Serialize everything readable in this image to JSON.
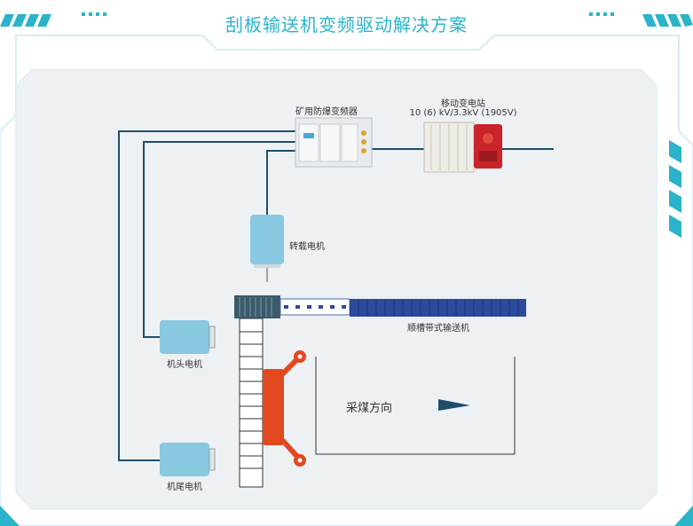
{
  "header": {
    "title": "刮板输送机变频驱动解决方案"
  },
  "devices": {
    "inverter": {
      "label": "矿用防爆变频器",
      "icon": "inverter-cabinet"
    },
    "substation": {
      "label": "移动变电站",
      "voltage": "10 (6) kV/3.3kV (1905V)",
      "icon": "transformer"
    },
    "turning_motor": {
      "label": "转载电机"
    },
    "head_motor": {
      "label": "机头电机"
    },
    "tail_motor": {
      "label": "机尾电机"
    },
    "belt_conveyor": {
      "label": "顺槽带式输送机"
    }
  },
  "mining": {
    "direction_label": "采煤方向"
  },
  "colors": {
    "accent": "#2ab3c9",
    "cable": "#1d4e6b",
    "belt": "#2c4a9c",
    "shearer": "#e2491f",
    "motor": "#88c8e0",
    "panel_bg": "#f0f2f4"
  }
}
